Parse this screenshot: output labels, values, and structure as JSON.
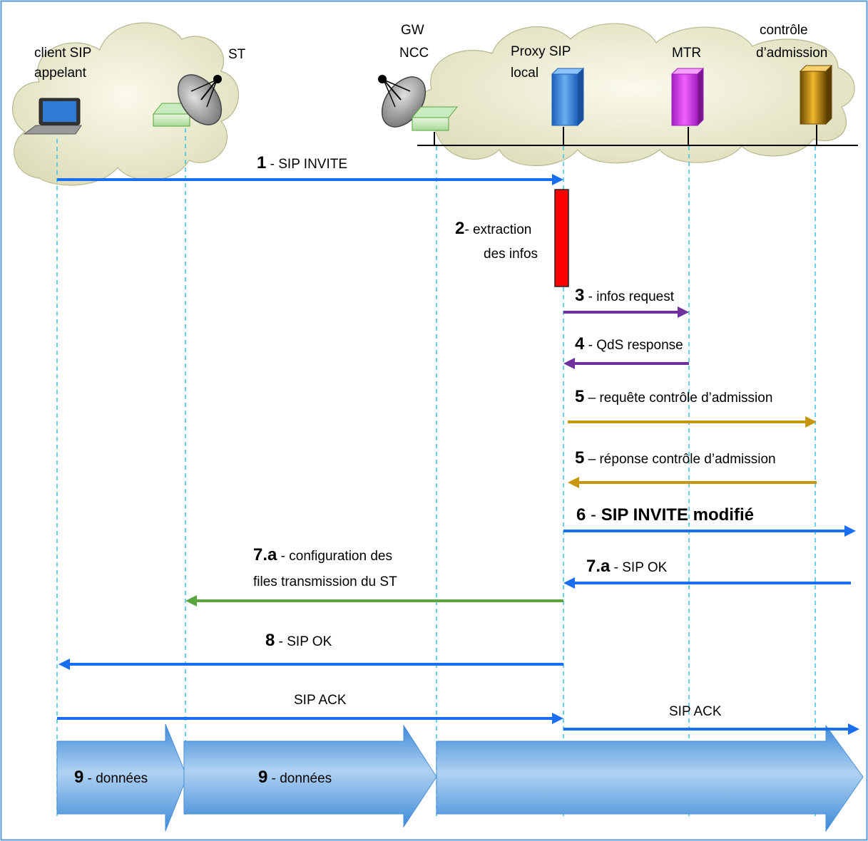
{
  "entities": {
    "client": "client SIP",
    "client2": "appelant",
    "st": "ST",
    "gw1": "GW",
    "gw2": "NCC",
    "proxy1": "Proxy SIP",
    "proxy2": "local",
    "mtr": "MTR",
    "ac1": "contrôle",
    "ac2": "d’admission"
  },
  "messages": [
    {
      "num": "1",
      "text": " - SIP INVITE"
    },
    {
      "num": "2",
      "text": "- extraction",
      "text2": "des infos"
    },
    {
      "num": "3",
      "text": " - infos request"
    },
    {
      "num": "4",
      "text": " - QdS response"
    },
    {
      "num": "5",
      "text": " – requête contrôle d’admission"
    },
    {
      "num": "5",
      "text": " – réponse contrôle d’admission"
    },
    {
      "num": "6",
      "text": " - ",
      "bold": "SIP INVITE modifié"
    },
    {
      "num": "7.a",
      "text": " - configuration des",
      "text2": "files transmission du ST"
    },
    {
      "num": "7.a",
      "text": " - SIP OK"
    },
    {
      "num": "8",
      "text": " - SIP OK"
    },
    {
      "num": "",
      "text": "SIP ACK"
    },
    {
      "num": "",
      "text": "SIP ACK"
    },
    {
      "num": "9",
      "text": " - données"
    },
    {
      "num": "9",
      "text": " - données"
    }
  ],
  "colors": {
    "blue": "#1a6ef0",
    "purple": "#7030a0",
    "gold": "#c8960a",
    "green": "#5aa53c",
    "red": "#ff0000",
    "lifeline": "#3cc0e0",
    "frame": "#5b9bd5"
  }
}
